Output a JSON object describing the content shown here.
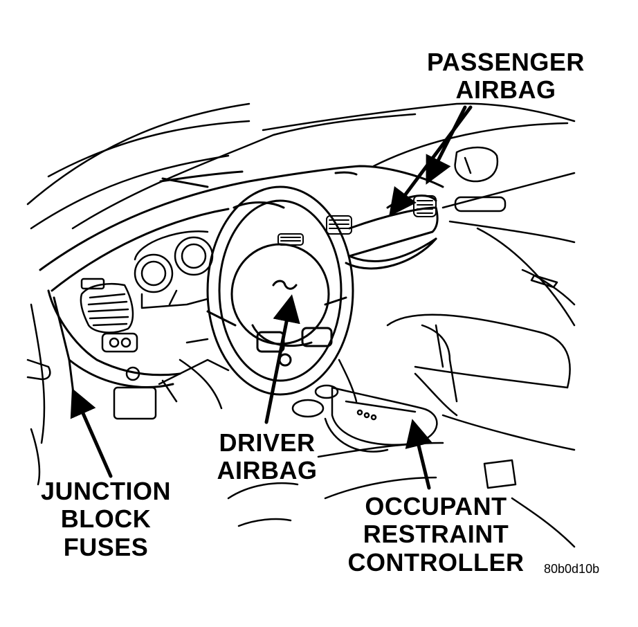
{
  "labels": {
    "passenger_airbag": [
      "PASSENGER",
      "AIRBAG"
    ],
    "driver_airbag": [
      "DRIVER",
      "AIRBAG"
    ],
    "junction_block_fuses": [
      "JUNCTION",
      "BLOCK",
      "FUSES"
    ],
    "occupant_restraint_controller": [
      "OCCUPANT",
      "RESTRAINT",
      "CONTROLLER"
    ]
  },
  "figure_id": "80b0d10b"
}
